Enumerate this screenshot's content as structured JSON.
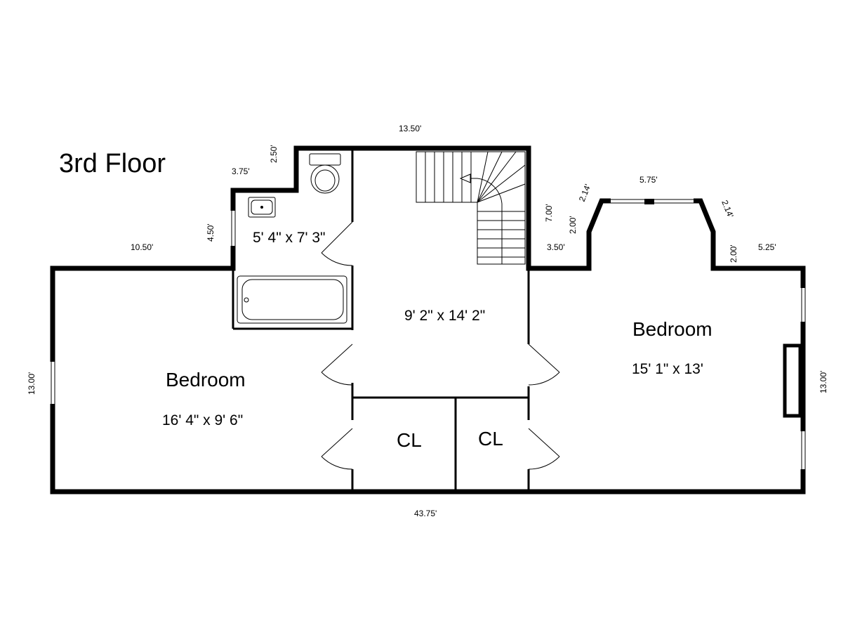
{
  "floor_title": "3rd Floor",
  "rooms": {
    "bedroom_left": {
      "name": "Bedroom",
      "size": "16' 4\" x 9' 6\""
    },
    "bathroom": {
      "size": "5' 4\" x 7' 3\""
    },
    "hall": {
      "size": "9' 2\" x 14' 2\""
    },
    "closet_1": {
      "name": "CL"
    },
    "closet_2": {
      "name": "CL"
    },
    "bedroom_right": {
      "name": "Bedroom",
      "size": "15' 1\" x 13'"
    }
  },
  "dimensions": {
    "top": "13.50'",
    "bath_top_step": "3.75'",
    "bath_jog": "2.50'",
    "bath_side": "4.50'",
    "left_top": "10.50'",
    "left_side": "13.00'",
    "bottom": "43.75'",
    "stair_right": "7.00'",
    "right_jog": "3.50'",
    "bay_left_side": "2.00'",
    "bay_left_diag": "2.14'",
    "bay_top": "5.75'",
    "bay_right_diag": "2.14'",
    "bay_right_side": "2.00'",
    "right_top": "5.25'",
    "right_side": "13.00'"
  }
}
